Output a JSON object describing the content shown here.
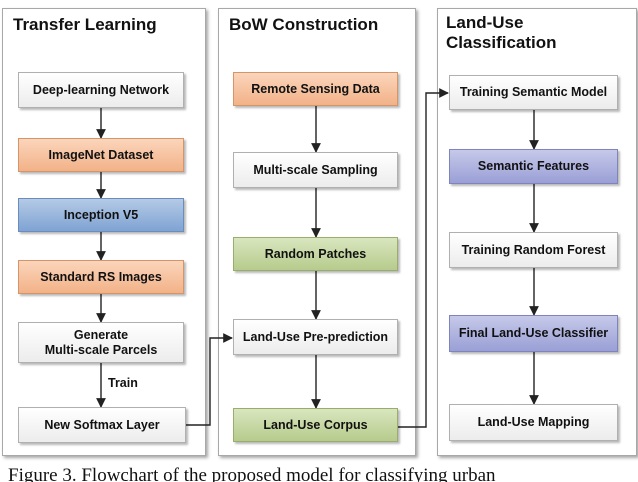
{
  "panels": {
    "transfer": {
      "title": "Transfer Learning",
      "nodes": [
        {
          "label": "Deep-learning Network",
          "color": "white"
        },
        {
          "label": "ImageNet Dataset",
          "color": "orange"
        },
        {
          "label": "Inception V5",
          "color": "blue"
        },
        {
          "label": "Standard RS Images",
          "color": "orange"
        },
        {
          "label": "Generate\nMulti-scale Parcels",
          "color": "white"
        },
        {
          "label": "New Softmax Layer",
          "color": "white"
        }
      ],
      "train_label": "Train"
    },
    "bow": {
      "title": "BoW Construction",
      "nodes": [
        {
          "label": "Remote Sensing Data",
          "color": "orange"
        },
        {
          "label": "Multi-scale Sampling",
          "color": "white"
        },
        {
          "label": "Random Patches",
          "color": "green"
        },
        {
          "label": "Land-Use Pre-prediction",
          "color": "white"
        },
        {
          "label": "Land-Use Corpus",
          "color": "green"
        }
      ]
    },
    "landuse": {
      "title": "Land-Use\nClassification",
      "nodes": [
        {
          "label": "Training Semantic Model",
          "color": "white"
        },
        {
          "label": "Semantic Features",
          "color": "purple"
        },
        {
          "label": "Training Random Forest",
          "color": "white"
        },
        {
          "label": "Final Land-Use Classifier",
          "color": "purple"
        },
        {
          "label": "Land-Use Mapping",
          "color": "white"
        }
      ]
    }
  },
  "colors": {
    "orange": "#f4bb94",
    "blue": "#8eaedb",
    "green": "#c3d49e",
    "purple": "#a7abde",
    "white": "#f2f2f2",
    "line": "#222222"
  },
  "caption": "Figure 3. Flowchart of the proposed model for classifying urban"
}
